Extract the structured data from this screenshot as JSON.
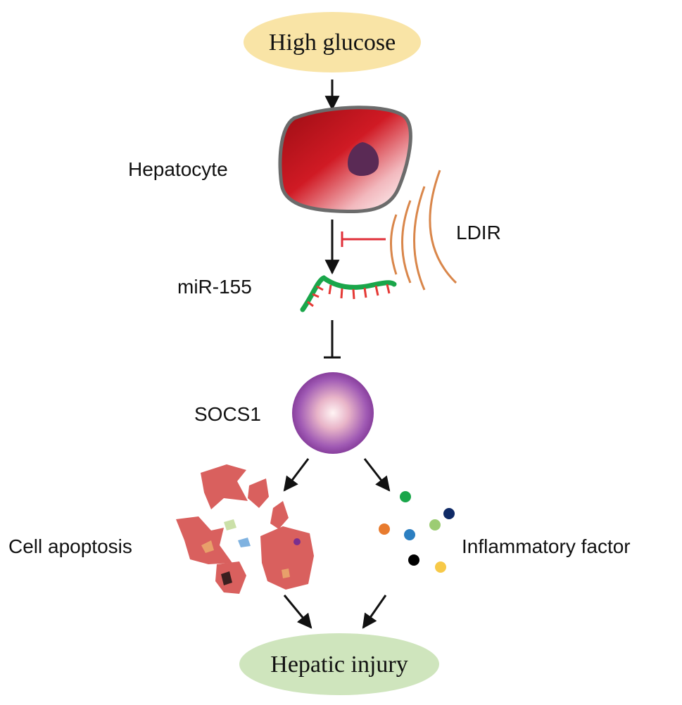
{
  "nodes": {
    "high_glucose": "High glucose",
    "hepatocyte": "Hepatocyte",
    "ldir": "LDIR",
    "mir155": "miR-155",
    "socs1": "SOCS1",
    "cell_apoptosis": "Cell apoptosis",
    "inflammatory_factor": "Inflammatory factor",
    "hepatic_injury": "Hepatic injury"
  },
  "colors": {
    "high_glucose_fill": "#f9e4a6",
    "hepatic_injury_fill": "#cfe5bd",
    "hepatocyte_red": "#c8121e",
    "nucleus": "#5a2a55",
    "inhibit_red": "#e0303a",
    "waves_orange": "#d9864a",
    "mirna_green": "#1aa64a",
    "mirna_ticks": "#e53935",
    "socs1_purple": "#8a3f9e",
    "fragments": "#d9605e",
    "inflammatory_dots": [
      "#1aa64a",
      "#0f2a66",
      "#e87b2e",
      "#2c7fc1",
      "#9ccc73",
      "#000000",
      "#f7c948"
    ]
  },
  "edges": [
    {
      "from": "high_glucose",
      "to": "hepatocyte",
      "type": "activation"
    },
    {
      "from": "hepatocyte",
      "to": "mir155",
      "type": "activation"
    },
    {
      "from": "ldir",
      "to": "hepatocyte-mir155-edge",
      "type": "inhibition"
    },
    {
      "from": "mir155",
      "to": "socs1",
      "type": "inhibition"
    },
    {
      "from": "socs1",
      "to": "cell_apoptosis",
      "type": "activation"
    },
    {
      "from": "socs1",
      "to": "inflammatory_factor",
      "type": "activation"
    },
    {
      "from": "cell_apoptosis",
      "to": "hepatic_injury",
      "type": "activation"
    },
    {
      "from": "inflammatory_factor",
      "to": "hepatic_injury",
      "type": "activation"
    }
  ]
}
